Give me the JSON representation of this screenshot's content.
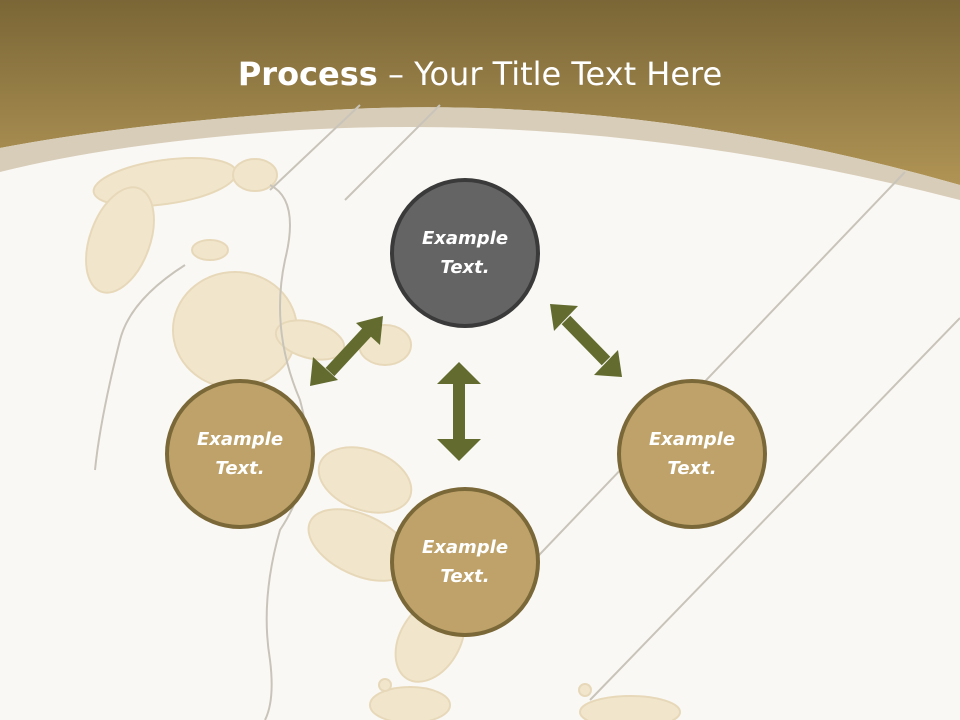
{
  "slide": {
    "title_bold": "Process",
    "title_rest": " – Your Title Text Here"
  },
  "circles": {
    "top": {
      "line1": "Example",
      "line2": "Text."
    },
    "left": {
      "line1": "Example",
      "line2": "Text."
    },
    "right": {
      "line1": "Example",
      "line2": "Text."
    },
    "bottom": {
      "line1": "Example",
      "line2": "Text."
    }
  },
  "colors": {
    "header_gold": "#b09455",
    "header_dark": "#7a6636",
    "circle_gold": "#bea26a",
    "circle_dark": "#646464",
    "arrow": "#636b2f",
    "background": "#faf8f4"
  },
  "icons": {
    "background": "wooden-mannequin-puppet-illustration",
    "arrows": "double-headed-arrow"
  }
}
